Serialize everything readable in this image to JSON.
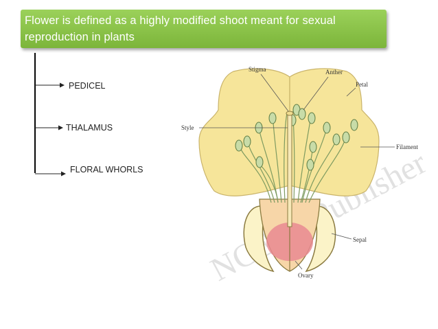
{
  "title": "Flower is defined as a highly modified shoot meant for sexual reproduction in plants",
  "tree_items": [
    "PEDICEL",
    "THALAMUS",
    "FLORAL WHORLS"
  ],
  "diagram_labels": {
    "stigma": "Stigma",
    "anther": "Anther",
    "petal": "Petal",
    "style": "Style",
    "filament": "Filament",
    "sepal": "Sepal",
    "ovary": "Ovary"
  },
  "watermark": "NCERT Publisher",
  "colors": {
    "title_green": "#8cc34a",
    "petal_yellow": "#f6e59a",
    "petal_outline": "#c9b36a",
    "stamen_green": "#a9c98a",
    "ovary_pink": "#e98a92"
  }
}
